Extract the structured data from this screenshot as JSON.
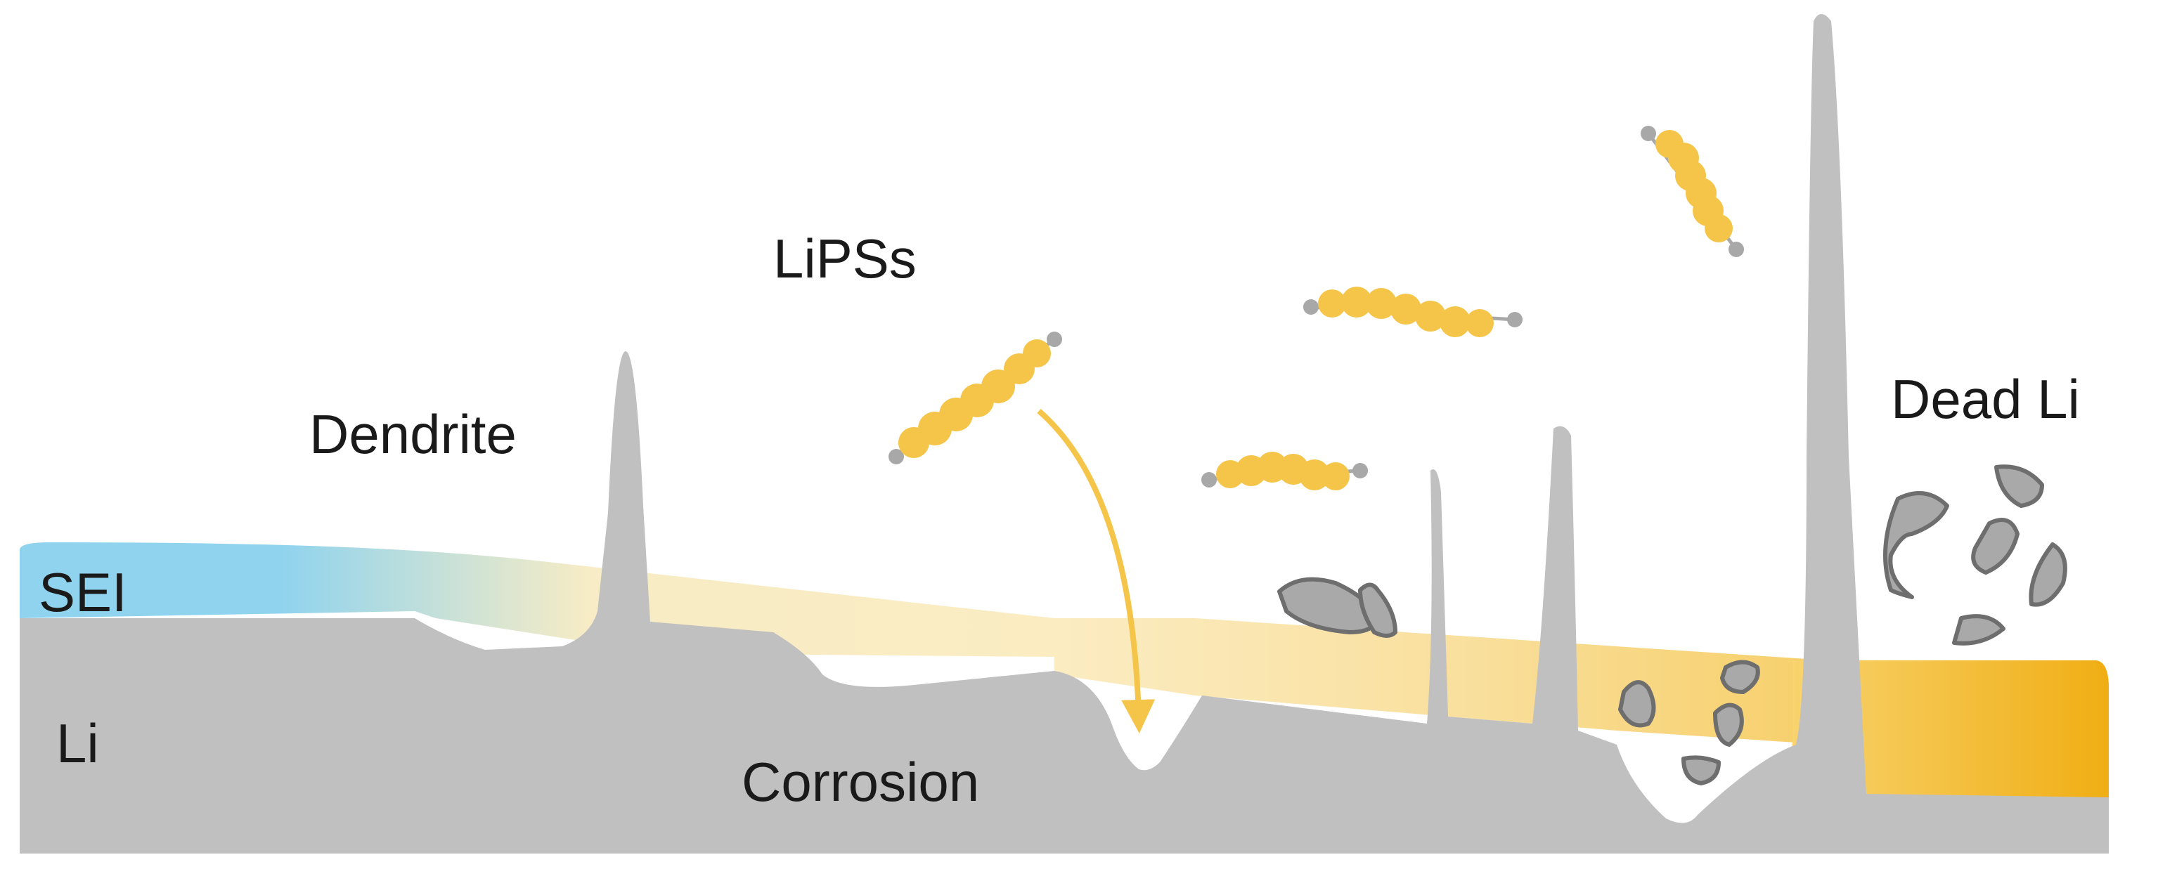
{
  "labels": {
    "sei": "SEI",
    "li": "Li",
    "dendrite": "Dendrite",
    "lipss": "LiPSs",
    "corrosion": "Corrosion",
    "dead_li": "Dead Li"
  },
  "colors": {
    "lithium": "#c0c0c0",
    "dead_li_fill": "#a9a9a9",
    "dead_li_stroke": "#6e6e6e",
    "sei_blue": "#8fd3ee",
    "polysulfide": "#f5c54a",
    "polysulfide_end": "#a8a8a8",
    "yellow_layer_light": "#fbecc2",
    "yellow_layer_dark": "#f2b51f"
  }
}
